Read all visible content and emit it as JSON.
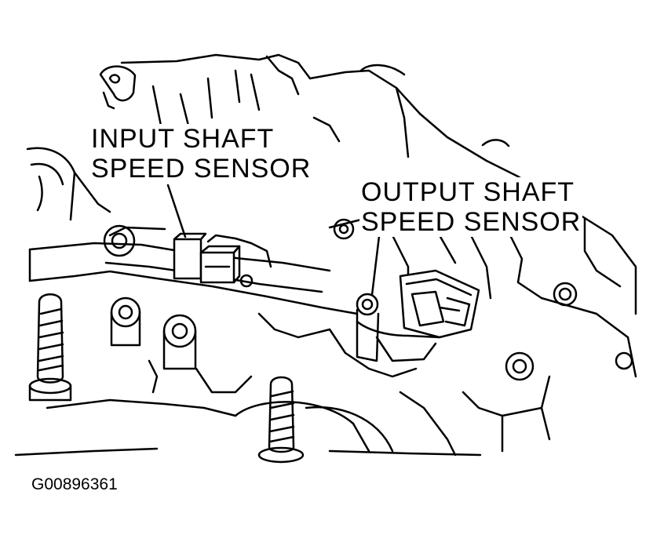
{
  "labels": {
    "input_sensor": [
      "INPUT  SHAFT",
      "SPEED  SENSOR"
    ],
    "output_sensor": [
      "OUTPUT  SHAFT",
      "SPEED  SENSOR"
    ]
  },
  "figure_id": "G00896361",
  "colors": {
    "ink": "#000000",
    "paper": "#ffffff"
  }
}
